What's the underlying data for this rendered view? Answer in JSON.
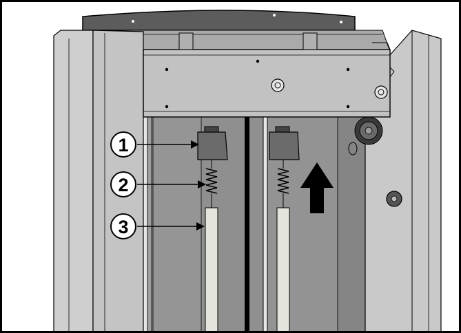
{
  "figure": {
    "description_kind": "technical-illustration",
    "colors": {
      "frame_border": "#000000",
      "upright_panel": "#c9c9c9",
      "upright_edge": "#b6b6b6",
      "rear_panel": "#8f8f8f",
      "cover_plate": "#5c5c5c",
      "bracket": "#c2c2c2",
      "spring_rod": "#e4e4dc",
      "stop_block": "#6b6b6b",
      "arrow": "#000000"
    },
    "arrow_direction": "up"
  },
  "callouts": [
    {
      "number": "1",
      "target": "stop-block"
    },
    {
      "number": "2",
      "target": "compression-spring"
    },
    {
      "number": "3",
      "target": "guide-rod"
    }
  ]
}
